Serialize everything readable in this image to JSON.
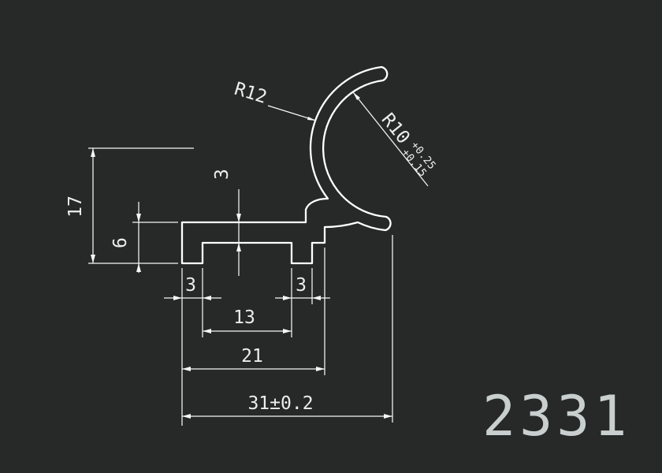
{
  "page": {
    "background_color": "#262927",
    "line_color": "#ffffff",
    "part_number_color": "#c9cfcf"
  },
  "part_number": "2331",
  "dims": {
    "d17": "17",
    "d6": "6",
    "d3_thickness": "3",
    "d3_left": "3",
    "d3_right": "3",
    "d13": "13",
    "d21": "21",
    "d31": "31±0.2",
    "r12": "R12",
    "r10": "R10",
    "r10_tol_upper": "+0.25",
    "r10_tol_lower": "+0.15"
  }
}
